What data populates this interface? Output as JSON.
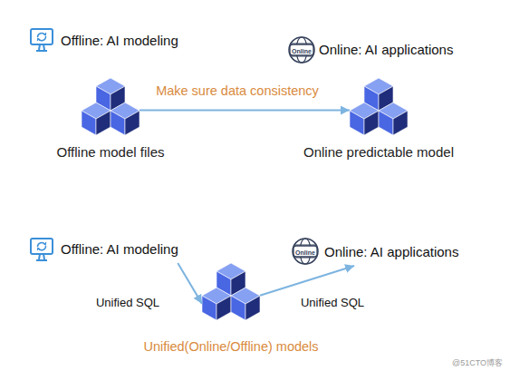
{
  "diagram": {
    "nodes": [
      {
        "text": [
          "Offline: AI modeling"
        ]
      },
      {
        "text": [
          "Online: AI applications"
        ]
      },
      {
        "text": [
          "Offline model files"
        ]
      },
      {
        "text": [
          "Online predictable model"
        ]
      },
      {
        "text": [
          "Offline: AI modeling"
        ]
      },
      {
        "text": [
          "Online: AI applications"
        ]
      },
      {
        "text": [
          "Unified(Online/Offline) models"
        ]
      }
    ],
    "edges": [
      {
        "from": 2,
        "to": 3,
        "arrow": "to",
        "label": "Make sure data consistency"
      },
      {
        "from": 4,
        "to": 6,
        "arrow": "to",
        "label": "Unified SQL"
      },
      {
        "from": 6,
        "to": 5,
        "arrow": "to",
        "label": "Unified SQL"
      }
    ],
    "labels": [
      "Online",
      "Online",
      "@51CTO博客"
    ]
  }
}
